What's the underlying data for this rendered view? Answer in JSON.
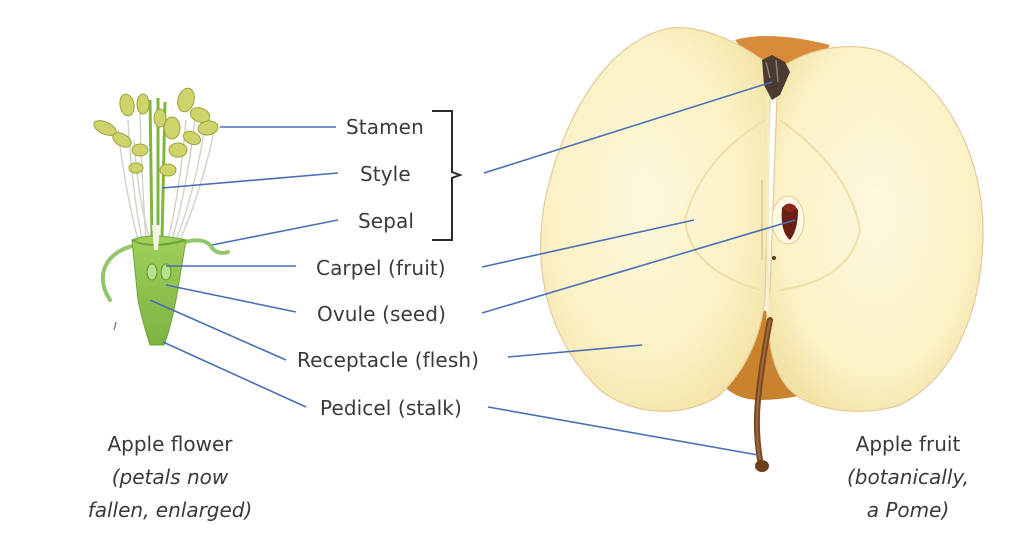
{
  "diagram": {
    "labels": {
      "stamen": "Stamen",
      "style": "Style",
      "sepal": "Sepal",
      "carpel": "Carpel (fruit)",
      "ovule": "Ovule (seed)",
      "receptacle": "Receptacle (flesh)",
      "pedicel": "Pedicel (stalk)"
    },
    "flower_caption": {
      "title": "Apple flower",
      "line2": "(petals now",
      "line3": "fallen, enlarged)"
    },
    "fruit_caption": {
      "title": "Apple fruit",
      "line2": "(botanically,",
      "line3": "a Pome)"
    },
    "colors": {
      "leader_line": "#4a6fb5",
      "text": "#3a3a3a",
      "bracket": "#2a2a2a",
      "apple_flesh": "#fbf3c9",
      "apple_skin": "#d98a3a",
      "seed": "#6b1f14",
      "stalk": "#7a4a22",
      "flower_green": "#8bc34a",
      "anther_yellow": "#cfd46a"
    }
  }
}
